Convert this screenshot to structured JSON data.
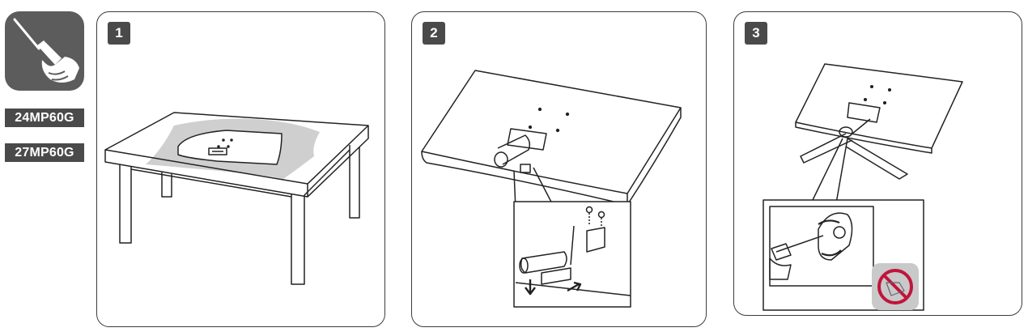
{
  "models": [
    "24MP60G",
    "27MP60G"
  ],
  "steps": [
    {
      "number": "1"
    },
    {
      "number": "2"
    },
    {
      "number": "3"
    }
  ],
  "icons": {
    "tool": "screwdriver-in-hand-icon",
    "prohibited": "no-power-tool-icon"
  },
  "colors": {
    "badge": "#5c5c5c",
    "label": "#4a4a4a",
    "line": "#222222",
    "cloth": "#cfcfcf",
    "prohibited": "#c0143c"
  }
}
